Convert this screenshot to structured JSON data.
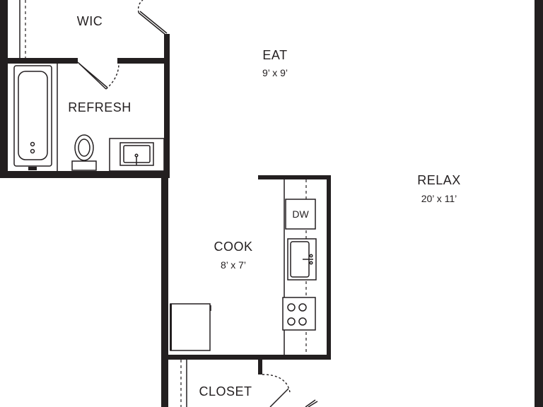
{
  "rooms": {
    "wic": {
      "name": "WIC"
    },
    "eat": {
      "name": "EAT",
      "dims": "9’ x 9’"
    },
    "refresh": {
      "name": "REFRESH"
    },
    "relax": {
      "name": "RELAX",
      "dims": "20’ x 11’"
    },
    "cook": {
      "name": "COOK",
      "dims": "8’ x 7’"
    },
    "closet": {
      "name": "CLOSET"
    }
  },
  "appliances": {
    "dishwasher": {
      "label": "DW"
    }
  },
  "colors": {
    "wall": "#231f20",
    "background": "#ffffff"
  }
}
